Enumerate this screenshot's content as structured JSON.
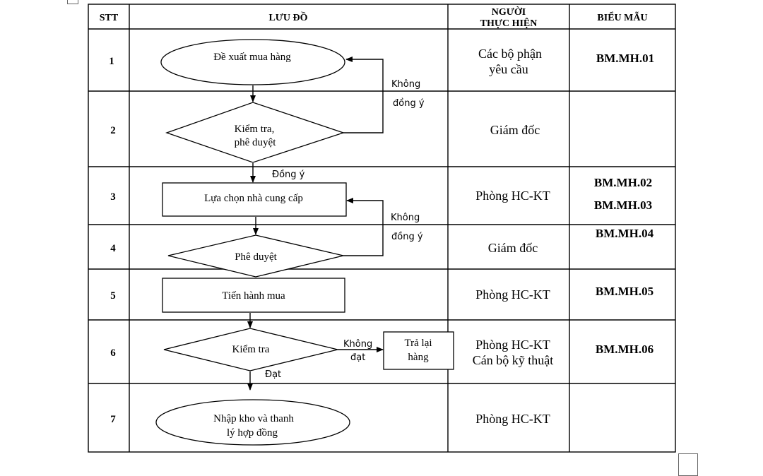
{
  "table": {
    "headers": {
      "stt": "STT",
      "flow": "LƯU ĐỒ",
      "performer_line1": "NGƯỜI",
      "performer_line2": "THỰC HIỆN",
      "form": "BIỂU MẪU"
    },
    "rows": [
      {
        "stt": "1",
        "performer": [
          "Các bộ phận",
          "yêu cầu"
        ],
        "forms": [
          "BM.MH.01"
        ]
      },
      {
        "stt": "2",
        "performer": [
          "Giám đốc"
        ],
        "forms": []
      },
      {
        "stt": "3",
        "performer": [
          "Phòng HC-KT"
        ],
        "forms": [
          "BM.MH.02",
          "BM.MH.03"
        ]
      },
      {
        "stt": "4",
        "performer": [
          "Giám đốc"
        ],
        "forms": [
          "BM.MH.04"
        ]
      },
      {
        "stt": "5",
        "performer": [
          "Phòng HC-KT"
        ],
        "forms": [
          "BM.MH.05"
        ]
      },
      {
        "stt": "6",
        "performer": [
          "Phòng HC-KT",
          "Cán bộ kỹ thuật"
        ],
        "forms": [
          "BM.MH.06"
        ]
      },
      {
        "stt": "7",
        "performer": [
          "Phòng HC-KT"
        ],
        "forms": []
      }
    ]
  },
  "flowchart": {
    "nodes": {
      "propose": [
        "Đề xuất mua hàng"
      ],
      "review_approve": [
        "Kiểm tra,",
        "phê duyệt"
      ],
      "select_supplier": [
        "Lựa chọn nhà cung cấp"
      ],
      "approve": [
        "Phê duyệt"
      ],
      "purchase": [
        "Tiến hành mua"
      ],
      "inspect": [
        "Kiểm tra"
      ],
      "return_goods": [
        "Trả lại",
        "hàng"
      ],
      "receive_liquidate": [
        "Nhập kho và thanh",
        "lý hợp đồng"
      ]
    },
    "edge_labels": {
      "reject_1": [
        "Không",
        "đồng ý"
      ],
      "agree": "Đồng ý",
      "reject_2": [
        "Không",
        "đồng ý"
      ],
      "fail": [
        "Không",
        "đạt"
      ],
      "pass": "Đạt"
    }
  }
}
